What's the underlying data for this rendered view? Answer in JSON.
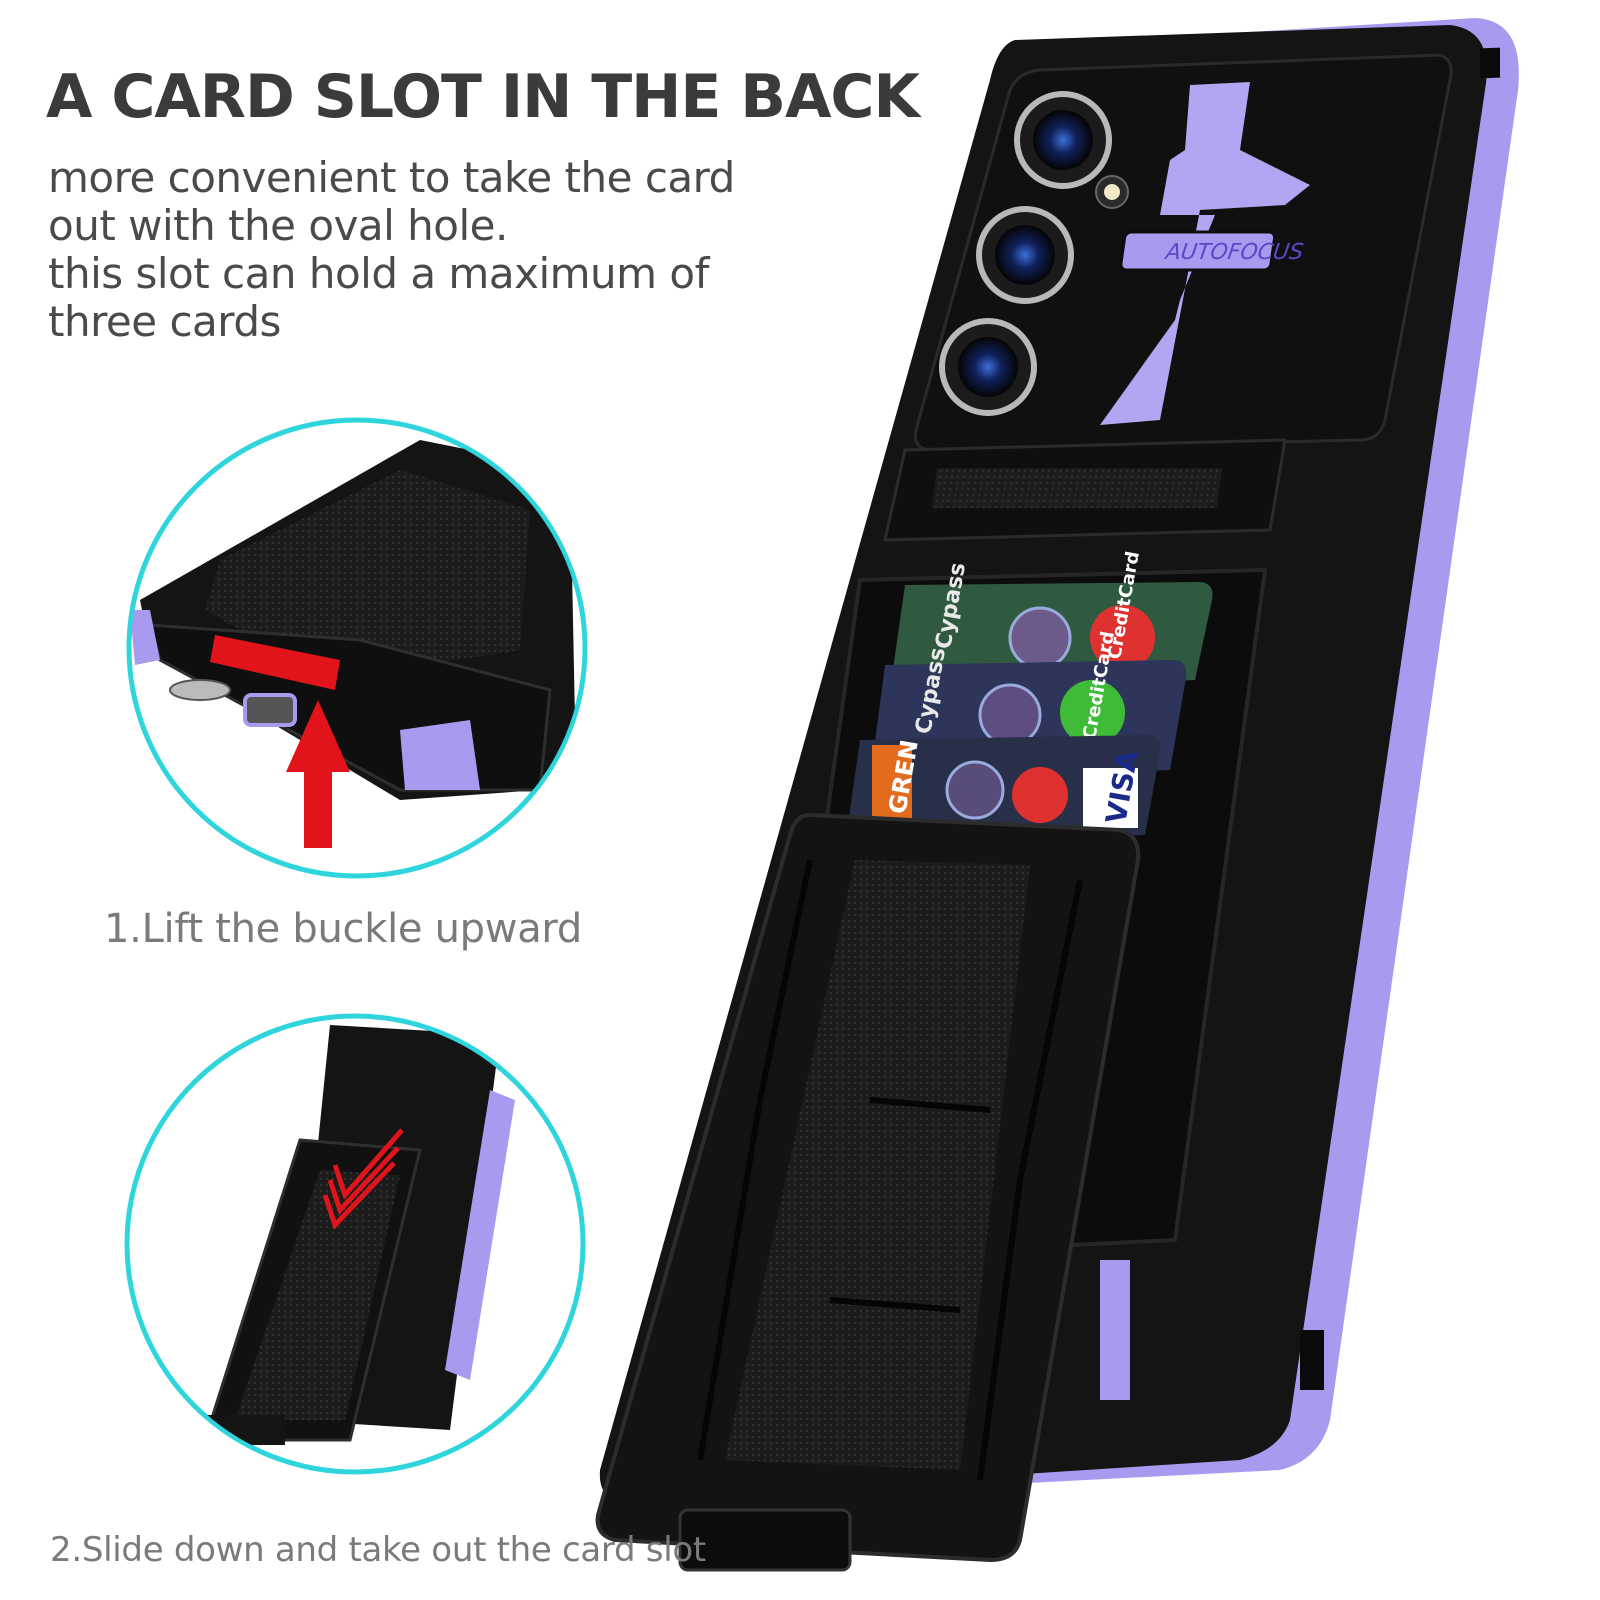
{
  "headline": "A CARD SLOT IN THE BACK",
  "description_lines": [
    "more convenient to take the card",
    "out with the oval hole.",
    "this slot can hold a maximum of",
    "three cards"
  ],
  "steps": [
    "1.Lift the buckle upward",
    "2.Slide down and take out the card slot"
  ],
  "phone_label": "AUTOFOCUS",
  "cards": [
    {
      "text": "Cypass",
      "badge": "CreditCard",
      "color": "#2f5a3f"
    },
    {
      "text": "Cypass",
      "badge": "CreditCard",
      "color": "#2d355a"
    },
    {
      "text": "GREN",
      "badge": "VISA",
      "color": "#283049"
    }
  ],
  "colors": {
    "accent_purple": "#a99af0",
    "circle_outline": "#2fd5dc",
    "case_black": "#141414",
    "arrow_red": "#e0141a",
    "headline": "#3b3b3b"
  }
}
